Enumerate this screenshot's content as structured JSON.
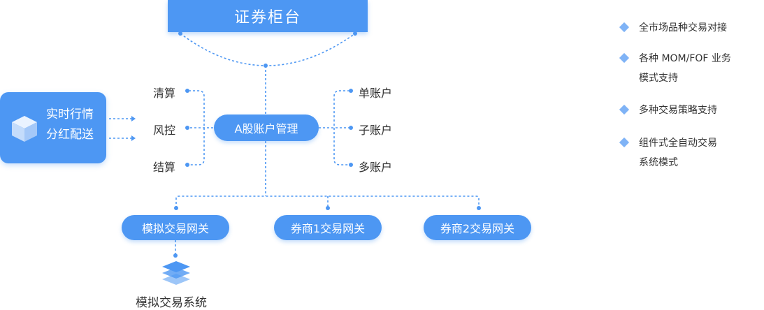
{
  "top": {
    "title": "证券柜台"
  },
  "market_data": {
    "line1": "实时行情",
    "line2": "分红配送"
  },
  "left_items": [
    "清算",
    "风控",
    "结算"
  ],
  "center": {
    "label": "A股账户管理"
  },
  "right_items": [
    "单账户",
    "子账户",
    "多账户"
  ],
  "gateways": [
    "模拟交易网关",
    "券商1交易网关",
    "券商2交易网关"
  ],
  "bottom": {
    "label": "模拟交易系统"
  },
  "features": [
    {
      "line1": "全市场品种交易对接",
      "line2": ""
    },
    {
      "line1": "各种 MOM/FOF 业务",
      "line2": "模式支持"
    },
    {
      "line1": "多种交易策略支持",
      "line2": ""
    },
    {
      "line1": "组件式全自动交易",
      "line2": "系统模式"
    }
  ],
  "colors": {
    "accent": "#4d97f3",
    "connector": "#4d97f3",
    "feature_marker": "#7fb3f6",
    "text": "#333333"
  },
  "icons": {
    "market_data": "cube-icon",
    "bottom": "layers-stack-icon",
    "feature_marker": "diamond-icon"
  }
}
